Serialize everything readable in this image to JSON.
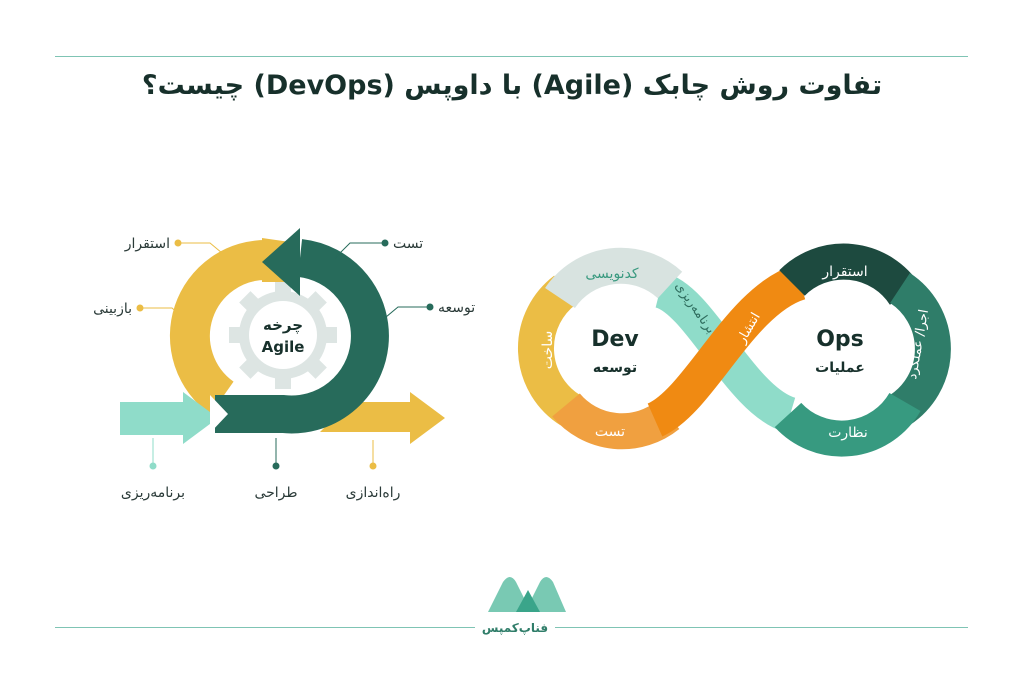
{
  "title": "تفاوت روش چابک (Agile) با داوپس (DevOps) چیست؟",
  "agile": {
    "center_line1": "چرخه",
    "center_line2": "Agile",
    "labels": {
      "deploy": "استقرار",
      "review": "بازبینی",
      "test": "تست",
      "develop": "توسعه",
      "planning": "برنامه‌ریزی",
      "design": "طراحی",
      "launch": "راه‌اندازی"
    }
  },
  "devops": {
    "dev_title": "Dev",
    "dev_subtitle": "توسعه",
    "ops_title": "Ops",
    "ops_subtitle": "عملیات",
    "segments": {
      "coding": "کدنویسی",
      "build": "ساخت",
      "test": "تست",
      "planning": "برنامه‌ریزی",
      "release": "انتشار",
      "deploy": "استقرار",
      "operate": "اجرا/ عملکرد",
      "monitor": "نظارت"
    }
  },
  "logo": {
    "text": "فناپ‌کمپس"
  },
  "colors": {
    "dark_green": "#276b5b",
    "yellow": "#ebbd45",
    "mint": "#8fdcc9",
    "orange": "#f08a12",
    "light_orange": "#f0a040",
    "gray": "#d8e3e0",
    "deep_green": "#1d4a3f",
    "mid_green": "#2f7d69",
    "sea_green": "#379a80"
  }
}
